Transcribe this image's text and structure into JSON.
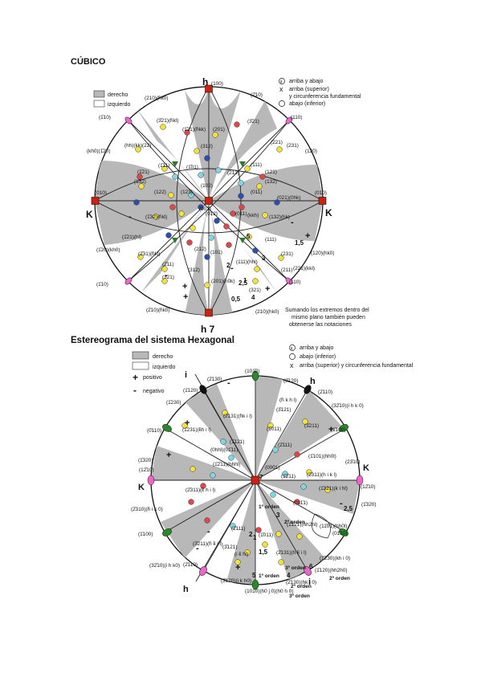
{
  "cubic": {
    "title": "CÚBICO",
    "legend": {
      "right": "derecho",
      "left": "izquierdo"
    },
    "symbols": {
      "both": "arriba y abajo",
      "up_line1": "arriba (superior)",
      "up_line2": "y circunferencia fundamental",
      "down": "abajo (inferior)"
    },
    "axes": {
      "h_top": "h",
      "h_bottom": "h 7",
      "k_left": "K",
      "k_right": "K"
    },
    "labels": [
      "(100)",
      "(210)(h̄k0)",
      "(2̄10)",
      "(1̄10)",
      "(110)",
      "(3̄21)(h̄kl)",
      "(3̄21)",
      "(1̄21)(h̄kk)",
      "(201)",
      "(312)",
      "(hh)(kk)(22)",
      "(231)",
      "(221)",
      "(kh0)(1̄20)",
      "(120)",
      "(1̄11)",
      "(111)",
      "(1̄21)",
      "(121)",
      "(1̄32)",
      "(132)",
      "(122)",
      "(123)",
      "(011)",
      "(010)",
      "(01̄0)",
      "(021)(0hk)",
      "(1̄32)(h̄kl)",
      "(132)(hk)",
      "(1̄21)(hl)",
      "(111)",
      "(1̄20)(kh0)",
      "(120)(hk0)",
      "(2̄31)(h̄kl)",
      "(231)",
      "(221)(kkl)",
      "(2̄11)",
      "(211)",
      "(1̄10)",
      "(110)",
      "(3̄21)",
      "(321)",
      "(201)(h0k)",
      "(2̄10)(h̄k0)",
      "(210)(hk0)",
      "(001)",
      "(101)",
      "(102)",
      "(012)",
      "(011)",
      "(1̄01)",
      "(111)(hhl)",
      "(212)",
      "(312)",
      "(213)",
      "(kkh)"
    ],
    "numbers": [
      "1",
      "1,5",
      "2",
      "2,5",
      "3",
      "4",
      "5",
      "0,5"
    ],
    "signs": [
      "-",
      "+",
      "-",
      "+",
      "-",
      "+",
      "-",
      "+"
    ],
    "note_line1": "Sumando los extremos dentro del",
    "note_line2": "mismo plano también pueden",
    "note_line3": "obtenerse las notaciones"
  },
  "hex": {
    "title": "Estereograma del sistema Hexagonal",
    "legend": {
      "right": "derecho",
      "left": "izquierdo",
      "positive": "positivo",
      "negative": "negativo"
    },
    "symbols": {
      "both": "arriba y abajo",
      "down": "abajo (inferior)",
      "up": "arriba (superior) y circunferencia fundamental"
    },
    "axes": {
      "i_top": "i",
      "h_top": "h",
      "k_left": "K",
      "k_right": "K",
      "h_bottom": "h",
      "i_bottom": "i"
    },
    "labels": [
      "(101̄0)",
      "(2̄130)",
      "(3̄120)",
      "(2̄110)",
      "(1̄120)",
      "(32̄10)(i h k 0)",
      "(1̄230)",
      "(2̄131)(h̄k i l)",
      "(1̄011)",
      "(1̄100)",
      "(0̄110)",
      "(h̄ k h l)",
      "(3̄121)",
      "(1̄231)(k̄h i l)",
      "(2̄111)",
      "(3̄211)",
      "(0hhl)(01̄11)",
      "(1̄121)",
      "(1̄101)(hh0l)",
      "(23̄10)",
      "(1̄320)",
      "(12̄10)",
      "(1̄2̄11)(hhhl)",
      "(0001)",
      "(1̄2̄11)",
      "(2̄311)(h i k l)",
      "(12̄10)",
      "(2̄310)(h̄ i k 0)",
      "(2̄311)(k̄ h i l)",
      "(1̄321)(k i hl)",
      "(011̄1)",
      "(1̄320)",
      "(11̄01)(hh0l)",
      "(1̄100)",
      "(3̄211)(h̄ k̄ i l)",
      "(2̄111)",
      "(1̄12̄1)(hh2hl)",
      "(1̄011)",
      "(3̄121)",
      "(2̄131)(h k̄ i l)",
      "(01̄10)",
      "(1̄2̄30)(kh i 0)",
      "(32̄10)(i h k0)",
      "(2̄110)",
      "(3̄120)(i k h0)",
      "(101̄0)(h0 j 0)(h0 h 0)",
      "(2̄130)(hk i 0)",
      "(1̄120)(hh2h0)",
      "(i k̄ hl)"
    ],
    "orders": [
      "1º orden",
      "2º orden",
      "3º orden",
      "1º orden",
      "2º orden",
      "3º orden",
      "2º orden"
    ],
    "numbers": [
      "1",
      "1,5",
      "2",
      "2,5",
      "3",
      "4",
      "5",
      "6",
      "7"
    ],
    "signs": [
      "+",
      "-",
      "+",
      "-",
      "+",
      "-",
      "+",
      "-"
    ]
  }
}
